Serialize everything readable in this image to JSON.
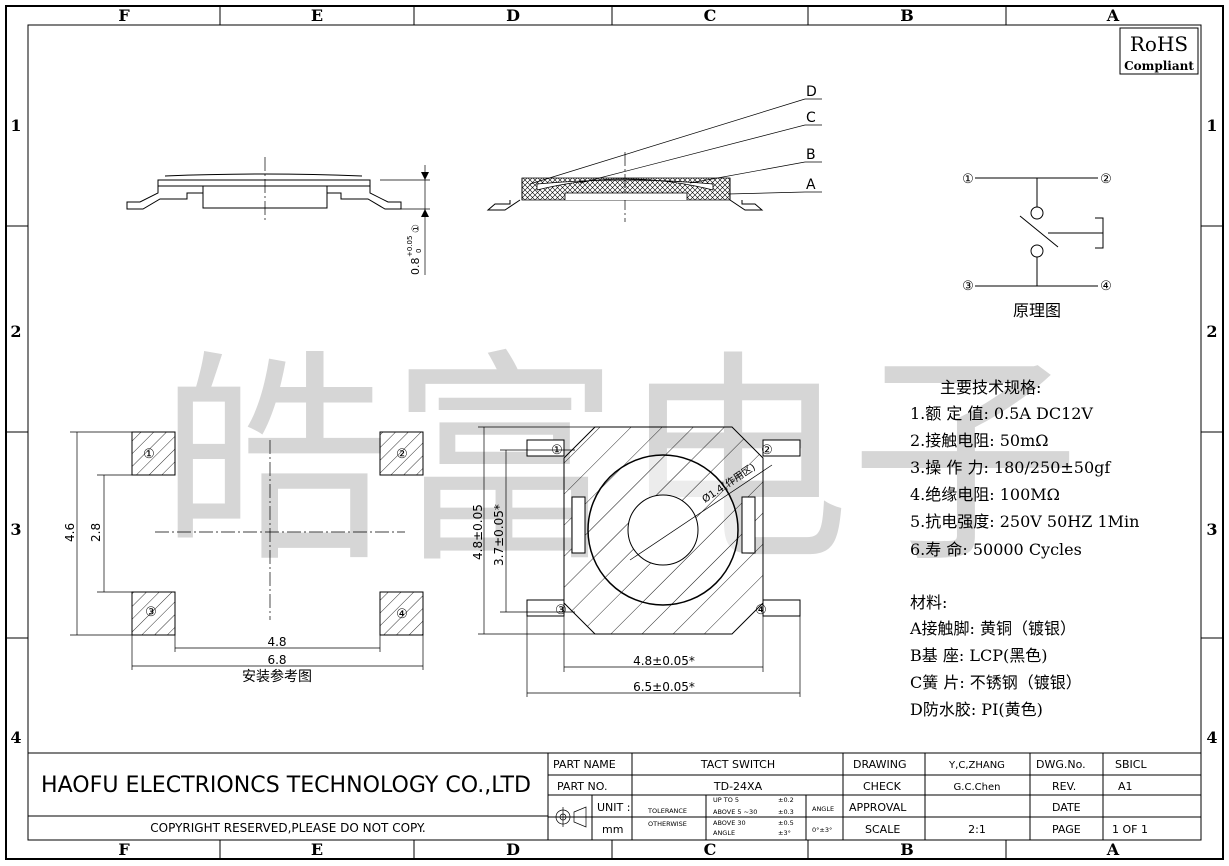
{
  "border": {
    "columns": [
      "F",
      "E",
      "D",
      "C",
      "B",
      "A"
    ],
    "rows": [
      "1",
      "2",
      "3",
      "4"
    ]
  },
  "rohs": {
    "title": "RoHS",
    "sub": "Compliant"
  },
  "watermark": "皓富电子",
  "callouts": [
    "D",
    "C",
    "B",
    "A"
  ],
  "side_dim": {
    "value": "0.8",
    "tol_upper": "+0.05",
    "tol_lower": "0",
    "circle": "①"
  },
  "schematic": {
    "pins": [
      "①",
      "②",
      "③",
      "④"
    ],
    "caption": "原理图"
  },
  "specs": {
    "title": "主要技术规格:",
    "items": [
      "1.额 定 值: 0.5A DC12V",
      "2.接触电阻: 50mΩ",
      "3.操 作 力: 180/250±50gf",
      "4.绝缘电阻: 100MΩ",
      "5.抗电强度: 250V 50HZ 1Min",
      "6.寿    命: 50000 Cycles"
    ]
  },
  "materials": {
    "title": "材料:",
    "items": [
      "A接触脚: 黄铜（镀银）",
      "B基  座: LCP(黑色)",
      "C簧  片: 不锈钢（镀银）",
      "D防水胶: PI(黄色)"
    ]
  },
  "footprint": {
    "pads": [
      "①",
      "②",
      "③",
      "④"
    ],
    "dims": {
      "h_outer": "4.6",
      "h_inner": "2.8",
      "w_inner": "4.8",
      "w_outer": "6.8"
    },
    "caption": "安装参考图"
  },
  "top_view": {
    "pins": [
      "①",
      "②",
      "③",
      "④"
    ],
    "dims": {
      "h_outer": "4.8±0.05",
      "h_inner": "3.7±0.05*",
      "w_inner": "4.8±0.05*",
      "w_outer": "6.5±0.05*",
      "dia": "Ø1.4(作用区)"
    }
  },
  "title_block": {
    "company": "HAOFU ELECTRIONCS TECHNOLOGY CO.,LTD",
    "copyright": "COPYRIGHT RESERVED,PLEASE DO NOT COPY.",
    "part_name_label": "PART NAME",
    "part_name": "TACT SWITCH",
    "part_no_label": "PART NO.",
    "part_no": "TD-24XA",
    "unit_label": "UNIT :",
    "unit": "mm",
    "tolerance": "TOLERANCE",
    "otherwise": "OTHERWISE",
    "tol_rows": [
      {
        "range": "UP TO 5",
        "value": "±0.2"
      },
      {
        "range": "ABOVE 5 ~30",
        "value": "±0.3"
      },
      {
        "range": "ABOVE 30",
        "value": "±0.5"
      },
      {
        "range": "ANGLE",
        "value": "±3°"
      }
    ],
    "angle_label": "ANGLE",
    "angle_value": "0°±3°",
    "drawing_label": "DRAWING",
    "drawing": "Y,C,ZHANG",
    "check_label": "CHECK",
    "check": "G.C.Chen",
    "approval_label": "APPROVAL",
    "scale_label": "SCALE",
    "scale": "2:1",
    "dwg_no_label": "DWG.No.",
    "dwg_no": "SBICL",
    "rev_label": "REV.",
    "rev": "A1",
    "date_label": "DATE",
    "page_label": "PAGE",
    "page": "1 OF 1"
  }
}
